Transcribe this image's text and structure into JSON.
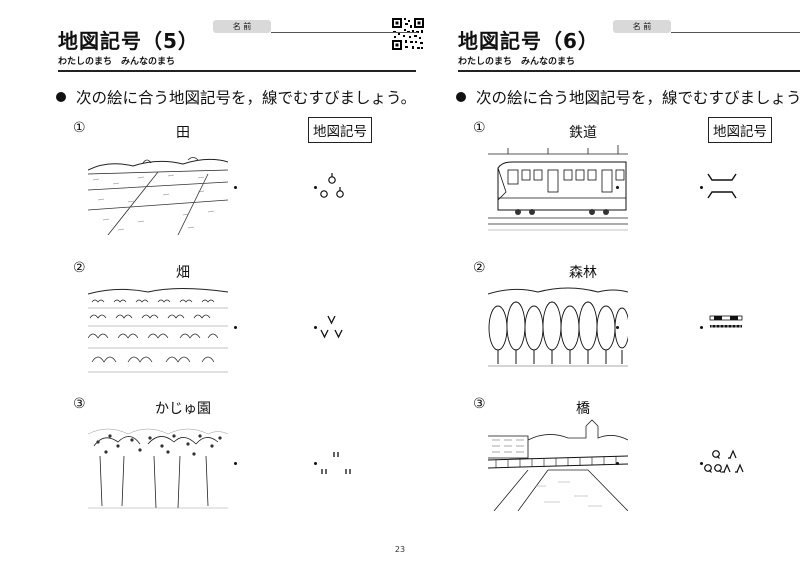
{
  "page_number": "23",
  "left": {
    "title": "地図記号（5）",
    "subtitle": "わたしのまち　みんなのまち",
    "name_label": "名 前",
    "instruction": "次の絵に合う地図記号を，線でむすびましょう。",
    "key_box": "地図記号",
    "items": [
      {
        "num": "①",
        "label": "田"
      },
      {
        "num": "②",
        "label": "畑"
      },
      {
        "num": "③",
        "label": "かじゅ園"
      }
    ]
  },
  "right": {
    "title": "地図記号（6）",
    "subtitle": "わたしのまち　みんなのまち",
    "name_label": "名 前",
    "instruction": "次の絵に合う地図記号を，線でむすびましょう。",
    "key_box": "地図記号",
    "items": [
      {
        "num": "①",
        "label": "鉄道"
      },
      {
        "num": "②",
        "label": "森林"
      },
      {
        "num": "③",
        "label": "橋"
      }
    ]
  }
}
